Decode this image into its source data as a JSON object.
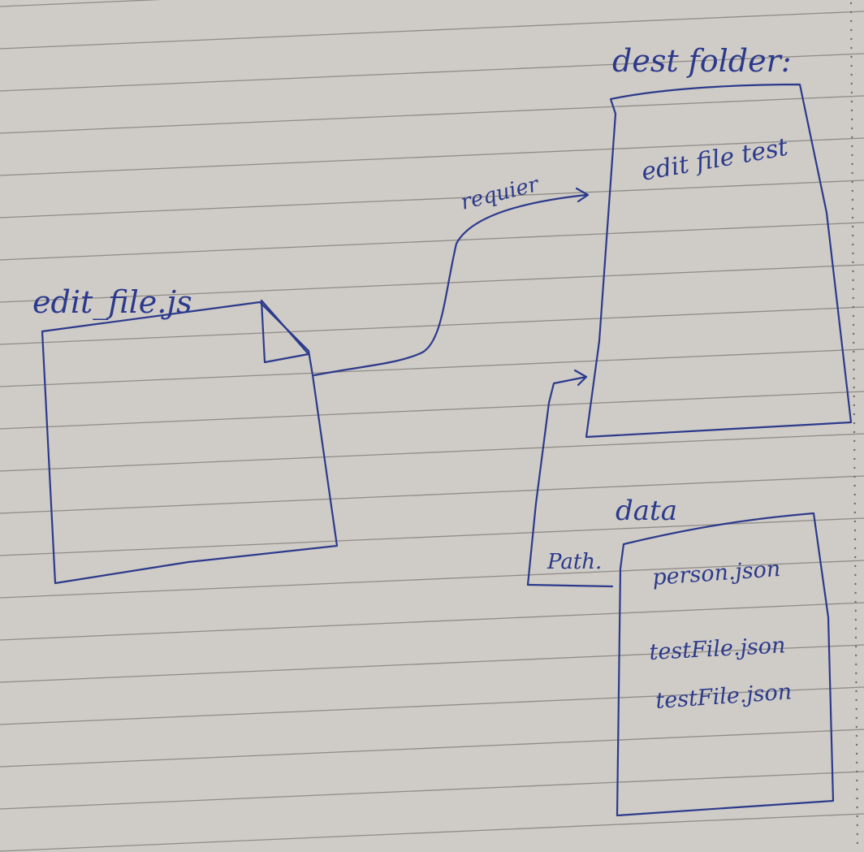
{
  "diagram": {
    "source_file": {
      "label": "edit_file.js"
    },
    "dest_folder": {
      "label": "dest folder:",
      "contents": [
        "edit file test"
      ]
    },
    "data_folder": {
      "label": "data",
      "files": [
        "person.json",
        "testFile.json",
        "testFile.json"
      ]
    },
    "connectors": {
      "require_label": "requier",
      "path_label": "Path."
    },
    "ink_color": "#2b3a8c",
    "paper_color": "#cfcbc6"
  }
}
